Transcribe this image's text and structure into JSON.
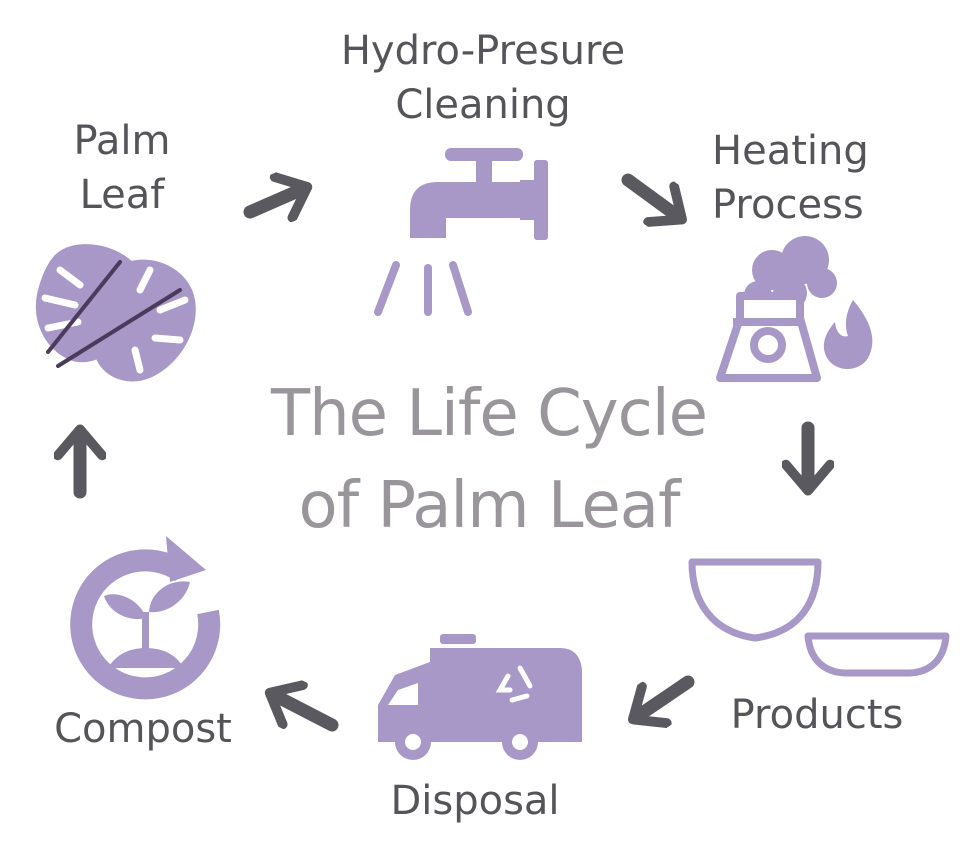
{
  "title": {
    "line1": "The Life Cycle",
    "line2": "of Palm Leaf"
  },
  "stages": {
    "palm_leaf": {
      "line1": "Palm",
      "line2": "Leaf"
    },
    "cleaning": {
      "line1": "Hydro-Presure",
      "line2": "Cleaning"
    },
    "heating": {
      "line1": "Heating",
      "line2": "Process"
    },
    "products": {
      "line1": "Products"
    },
    "disposal": {
      "line1": "Disposal"
    },
    "compost": {
      "line1": "Compost"
    }
  },
  "colors": {
    "icon": "#a898c7",
    "arrow": "#5a5960",
    "label": "#555459",
    "title": "#98969a"
  },
  "icons": [
    "monstera-leaf-icon",
    "water-tap-icon",
    "heating-factory-icon",
    "bowls-icon",
    "recycling-truck-icon",
    "compost-cycle-icon"
  ]
}
